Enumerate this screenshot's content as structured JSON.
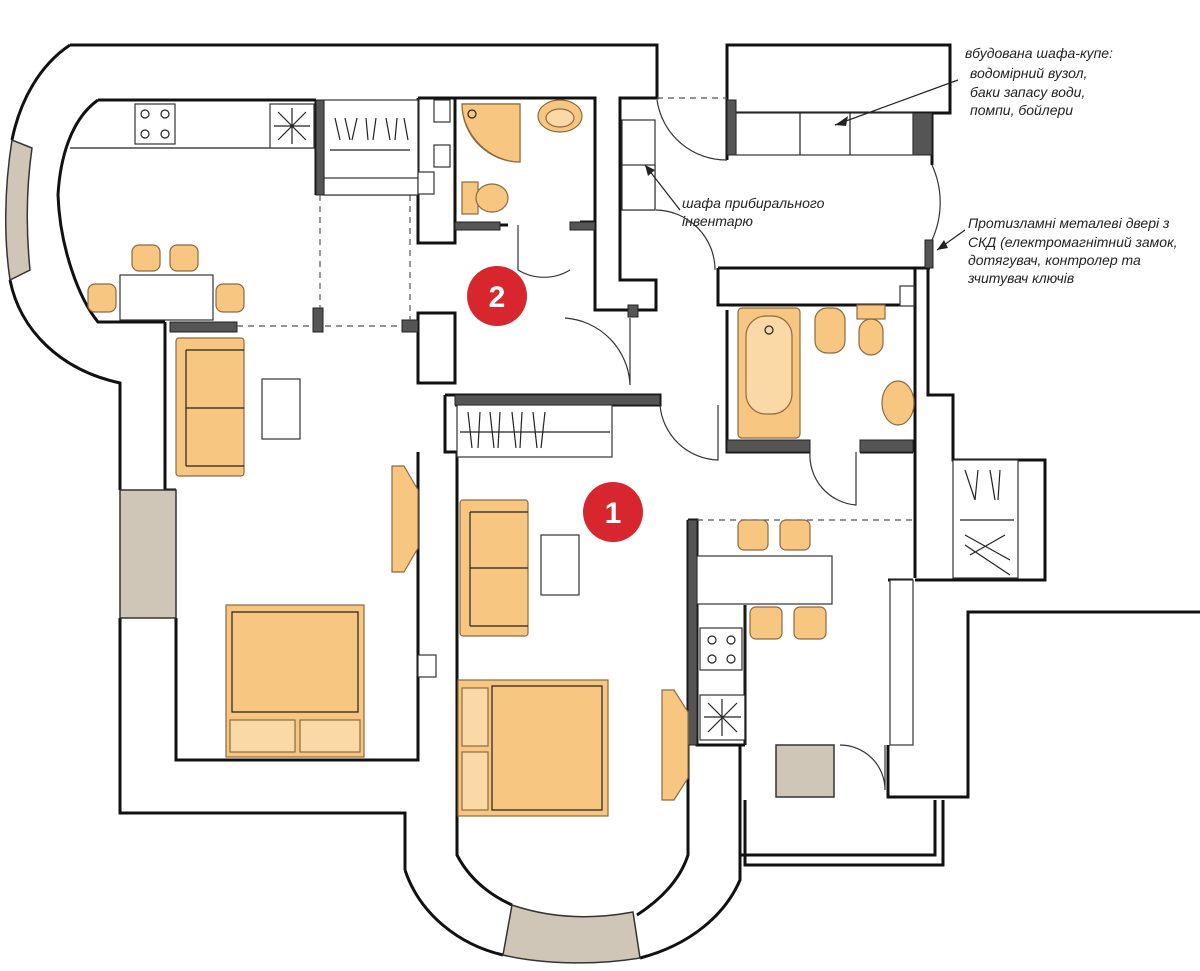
{
  "rooms": {
    "room_1": "1",
    "room_2": "2"
  },
  "notes": {
    "built_in_wardrobe": [
      "вбудована шафа-купе:",
      "водомірний вузол,",
      "баки запасу води,",
      "помпи, бойлери"
    ],
    "cleaning_closet": [
      "шафа прибирального",
      "інвентарю"
    ],
    "security_door": [
      "Протизламні металеві двері з",
      "СКД (електромагнітний замок,",
      "дотягувач, контролер та",
      "зчитувач ключів"
    ]
  },
  "colors": {
    "badge": "#d7262d",
    "furniture": "#f7c681",
    "window_glass": "#cfc6b8",
    "wall_line": "#111111"
  }
}
